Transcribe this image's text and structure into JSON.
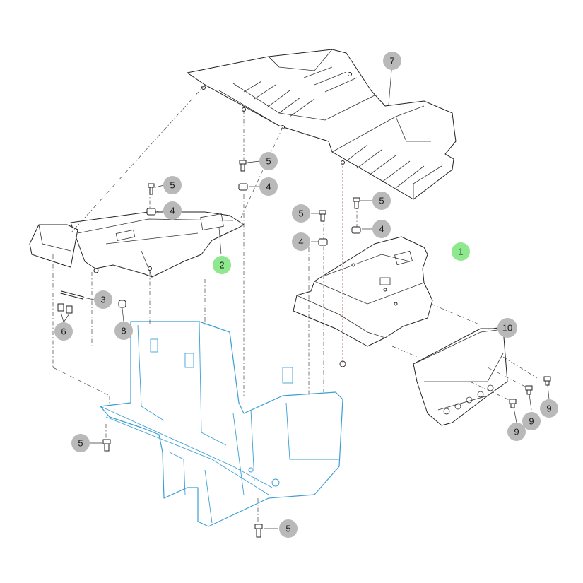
{
  "colors": {
    "callout_gray": "#b9b9b9",
    "callout_highlight": "#8ee88e",
    "frame_blue": "#3b9fd4",
    "line": "#222222"
  },
  "callouts": [
    {
      "id": "c7",
      "label": "7",
      "highlight": false
    },
    {
      "id": "c5a",
      "label": "5",
      "highlight": false
    },
    {
      "id": "c4a",
      "label": "4",
      "highlight": false
    },
    {
      "id": "c5b",
      "label": "5",
      "highlight": false
    },
    {
      "id": "c4b",
      "label": "4",
      "highlight": false
    },
    {
      "id": "c2",
      "label": "2",
      "highlight": true
    },
    {
      "id": "c5c",
      "label": "5",
      "highlight": false
    },
    {
      "id": "c5d",
      "label": "5",
      "highlight": false
    },
    {
      "id": "c4c",
      "label": "4",
      "highlight": false
    },
    {
      "id": "c4d",
      "label": "4",
      "highlight": false
    },
    {
      "id": "c1",
      "label": "1",
      "highlight": true
    },
    {
      "id": "c3",
      "label": "3",
      "highlight": false
    },
    {
      "id": "c6",
      "label": "6",
      "highlight": false
    },
    {
      "id": "c8",
      "label": "8",
      "highlight": false
    },
    {
      "id": "c10",
      "label": "10",
      "highlight": false
    },
    {
      "id": "c9a",
      "label": "9",
      "highlight": false
    },
    {
      "id": "c9b",
      "label": "9",
      "highlight": false
    },
    {
      "id": "c9c",
      "label": "9",
      "highlight": false
    },
    {
      "id": "c5e",
      "label": "5",
      "highlight": false
    },
    {
      "id": "c5f",
      "label": "5",
      "highlight": false
    }
  ]
}
